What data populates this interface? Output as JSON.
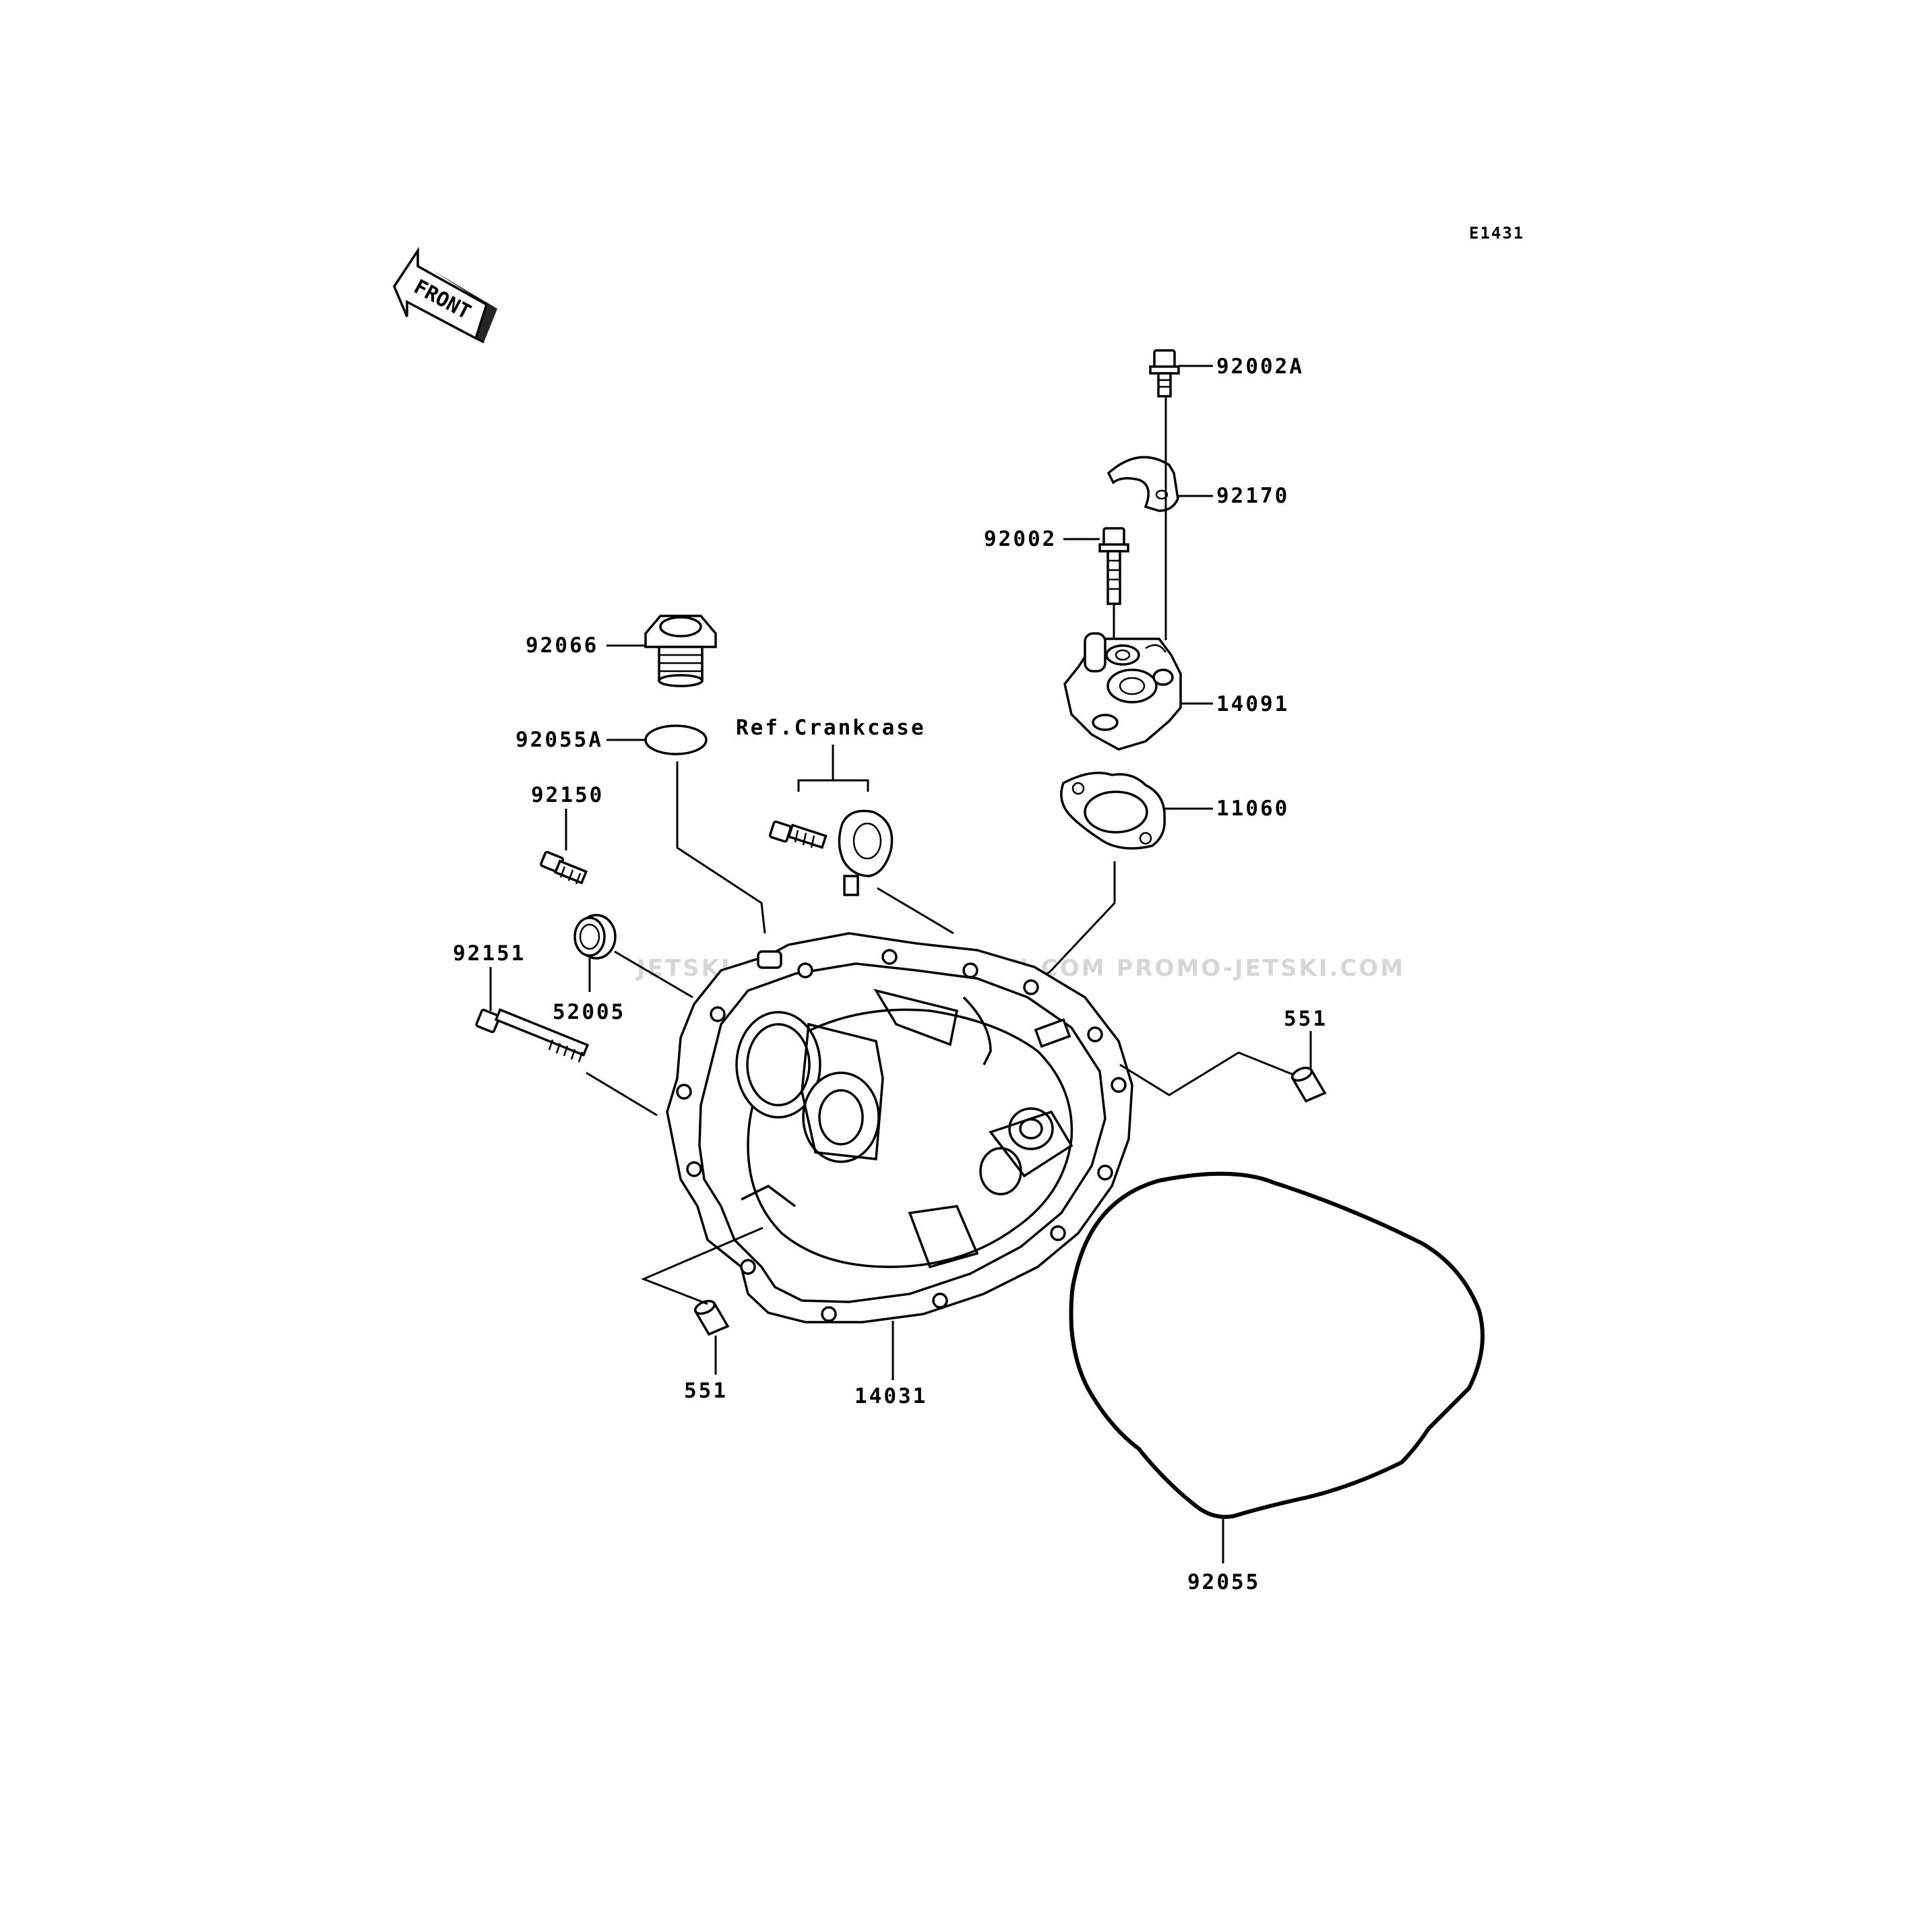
{
  "diagram": {
    "code": "E1431",
    "front_label": "FRONT",
    "reference_label": "Ref.Crankcase",
    "watermark": "JETSKI.COM  PROMO-JETSKI.COM  PROMO-JETSKI.COM",
    "parts": {
      "p92002A": "92002A",
      "p92170": "92170",
      "p92002": "92002",
      "p14091": "14091",
      "p11060": "11060",
      "p92066": "92066",
      "p92055A": "92055A",
      "p92150": "92150",
      "p92151": "92151",
      "p52005": "52005",
      "p551_right": "551",
      "p551_left": "551",
      "p14031": "14031",
      "p92055": "92055"
    }
  }
}
